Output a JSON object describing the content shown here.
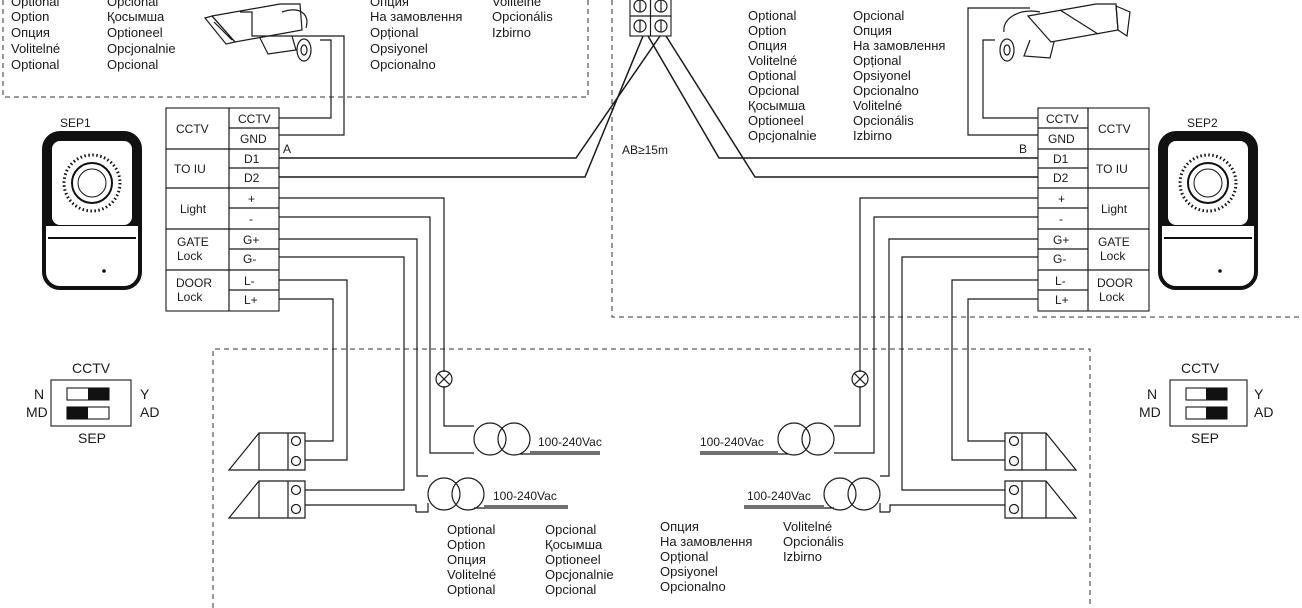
{
  "labels": {
    "sep1": "SEP1",
    "sep2": "SEP2",
    "point_a": "A",
    "point_b": "B",
    "distance": "AB≥15m",
    "power": "100-240Vac"
  },
  "terminal_blocks": [
    {
      "groups": [
        {
          "label": "CCTV",
          "pins": [
            "CCTV",
            "GND"
          ]
        },
        {
          "label": "TO IU",
          "pins": [
            "D1",
            "D2"
          ]
        },
        {
          "label": "Light",
          "pins": [
            "+",
            "-"
          ]
        },
        {
          "label": "GATE\nLock",
          "pins": [
            "G+",
            "G-"
          ]
        },
        {
          "label": "DOOR\nLock",
          "pins": [
            "L-",
            "L+"
          ]
        }
      ]
    },
    {
      "groups": [
        {
          "label": "CCTV",
          "pins": [
            "CCTV",
            "GND"
          ]
        },
        {
          "label": "TO IU",
          "pins": [
            "D1",
            "D2"
          ]
        },
        {
          "label": "Light",
          "pins": [
            "+",
            "-"
          ]
        },
        {
          "label": "GATE\nLock",
          "pins": [
            "G+",
            "G-"
          ]
        },
        {
          "label": "DOOR\nLock",
          "pins": [
            "L-",
            "L+"
          ]
        }
      ]
    }
  ],
  "dip_switches": [
    {
      "title": "CCTV",
      "left_top": "N",
      "left_bottom": "MD",
      "right_top": "Y",
      "right_bottom": "AD",
      "bottom": "SEP"
    },
    {
      "title": "CCTV",
      "left_top": "N",
      "left_bottom": "MD",
      "right_top": "Y",
      "right_bottom": "AD",
      "bottom": "SEP"
    }
  ],
  "optional_notes": {
    "top_left_col1": [
      "Optional",
      "Option",
      "Опция",
      "Volitelné",
      "Optional"
    ],
    "top_left_col2": [
      "Opcional",
      "Қосымша",
      "Optioneel",
      "Opcjonalnie",
      "Opcional"
    ],
    "top_mid_col1": [
      "Опция",
      "На замовлення",
      "Opțional",
      "Opsiyonel",
      "Opcionalno"
    ],
    "top_mid_col2": [
      "Volitelné",
      "Opcionális",
      "Izbirno"
    ],
    "top_right_col1": [
      "Optional",
      "Option",
      "Опция",
      "Volitelné",
      "Optional",
      "Opcional",
      "Қосымша",
      "Optioneel",
      "Opcjonalnie"
    ],
    "top_right_col2": [
      "Opcional",
      "Опция",
      "На замовлення",
      "Opțional",
      "Opsiyonel",
      "Opcionalno",
      "Volitelné",
      "Opcionális",
      "Izbirno"
    ],
    "bottom_col1": [
      "Optional",
      "Option",
      "Опция",
      "Volitelné",
      "Optional"
    ],
    "bottom_col2": [
      "Opcional",
      "Қосымша",
      "Optioneel",
      "Opcjonalnie",
      "Opcional"
    ],
    "bottom_col3": [
      "Опция",
      "На замовлення",
      "Opțional",
      "Opsiyonel",
      "Opcionalno"
    ],
    "bottom_col4": [
      "Volitelné",
      "Opcionális",
      "Izbirno"
    ]
  }
}
